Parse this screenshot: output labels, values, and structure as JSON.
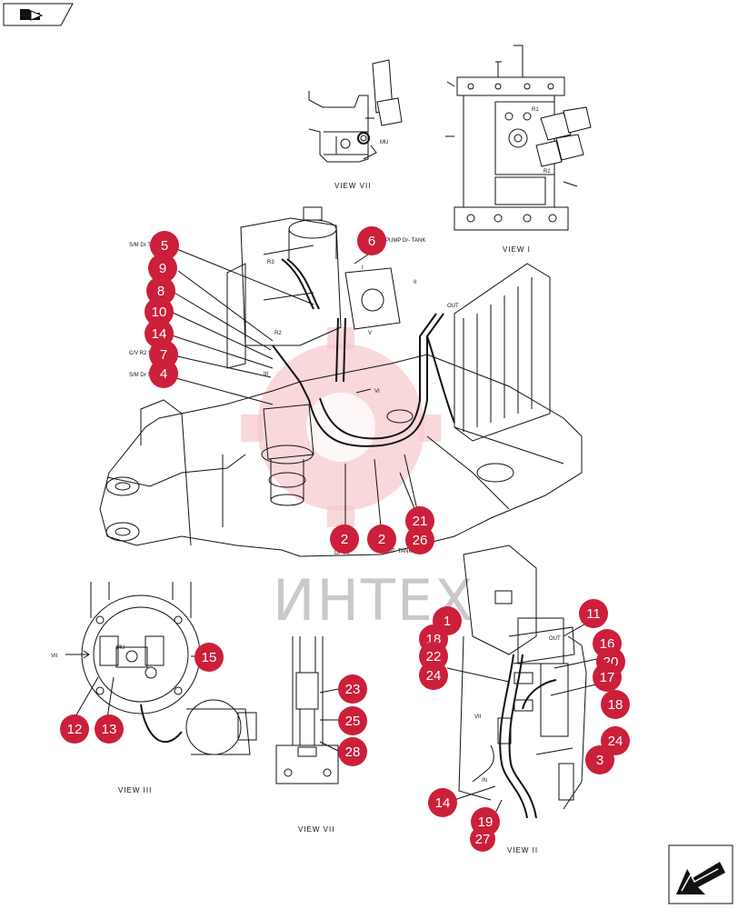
{
  "callouts": {
    "c5": "5",
    "c6": "6",
    "c9": "9",
    "c8": "8",
    "c10": "10",
    "c14a": "14",
    "c7": "7",
    "c4": "4",
    "c2a": "2",
    "c2b": "2",
    "c21": "21",
    "c26": "26",
    "c15": "15",
    "c12": "12",
    "c13": "13",
    "c23": "23",
    "c25": "25",
    "c28": "28",
    "c11": "11",
    "c1": "1",
    "c18a": "18",
    "c22": "22",
    "c24a": "24",
    "c16": "16",
    "c20": "20",
    "c17": "17",
    "c18b": "18",
    "c24b": "24",
    "c3": "3",
    "c14b": "14",
    "c19": "19",
    "c27": "27"
  },
  "labels": {
    "sm_dr_tank": "S/M Dr TANK",
    "pump_dr_tank": "PUMP Dr- TANK",
    "cv_r2_sm_mu": "C/V R2 S/M MU",
    "sm_dr_sj_e": "S/M Dr S/J E",
    "dr_in": "Dr- IN",
    "out_tank": "OUT- TANK",
    "r3": "R3",
    "r1": "R1",
    "r2": "R2",
    "mu": "MU",
    "out": "OUT",
    "in": "IN",
    "roman_i": "I",
    "roman_ii": "II",
    "roman_iii": "III",
    "roman_v": "V",
    "roman_vi": "VI",
    "roman_vii": "VII"
  },
  "views": {
    "view_vii_top": "VIEW VII",
    "view_i": "VIEW I",
    "view_iii": "VIEW III",
    "view_vii_bottom": "VIEW VII",
    "view_ii": "VIEW II"
  },
  "watermark": "ИНТЕХ",
  "colors": {
    "callout": "#cc1f3a",
    "watermark": "#c9c9c9",
    "gear": "#f6c7cc"
  },
  "icons": {
    "top_left": "arrow-flag-icon",
    "bottom_right": "next-page-arrow-icon"
  }
}
